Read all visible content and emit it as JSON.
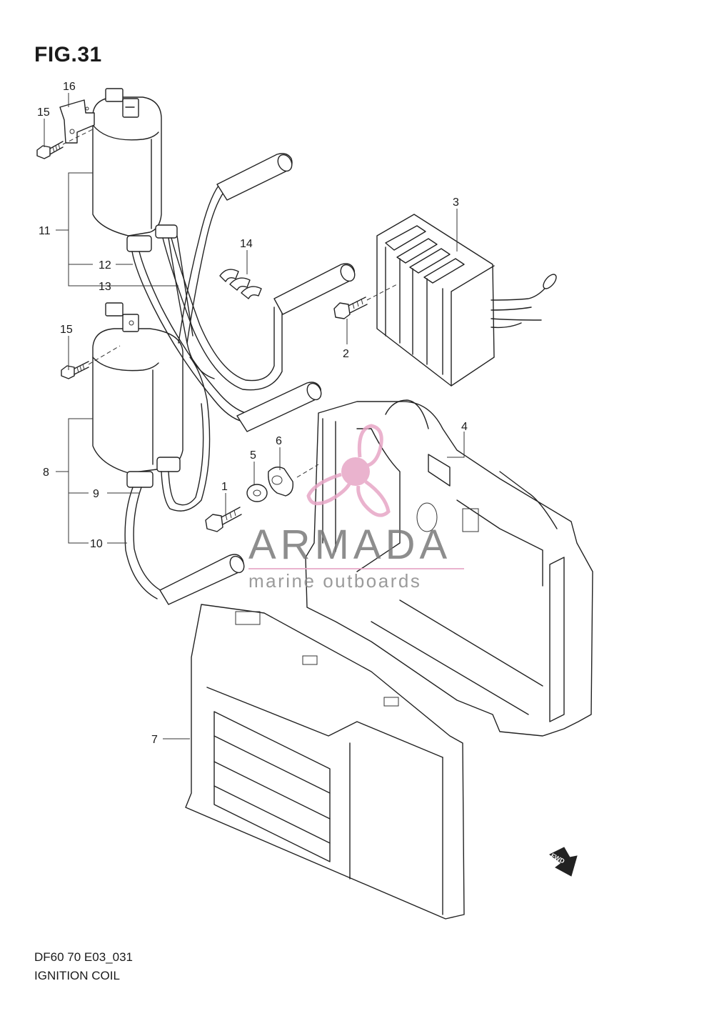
{
  "figure": {
    "title": "FIG.31",
    "code": "DF60 70 E03_031",
    "name": "IGNITION COIL"
  },
  "callouts": [
    {
      "id": "c1",
      "num": "1"
    },
    {
      "id": "c2",
      "num": "2"
    },
    {
      "id": "c3",
      "num": "3"
    },
    {
      "id": "c4",
      "num": "4"
    },
    {
      "id": "c5",
      "num": "5"
    },
    {
      "id": "c6",
      "num": "6"
    },
    {
      "id": "c7",
      "num": "7"
    },
    {
      "id": "c8",
      "num": "8"
    },
    {
      "id": "c9",
      "num": "9"
    },
    {
      "id": "c10",
      "num": "10"
    },
    {
      "id": "c11",
      "num": "11"
    },
    {
      "id": "c12",
      "num": "12"
    },
    {
      "id": "c13",
      "num": "13"
    },
    {
      "id": "c14",
      "num": "14"
    },
    {
      "id": "c15a",
      "num": "15"
    },
    {
      "id": "c15b",
      "num": "15"
    },
    {
      "id": "c16",
      "num": "16"
    }
  ],
  "watermark": {
    "brand": "ARMADA",
    "tagline": "marine outboards",
    "accent": "#e7a6c6",
    "text_color": "#7a7a7a"
  },
  "fwd_marker": "FWD",
  "colors": {
    "line": "#222222",
    "background": "#ffffff"
  }
}
